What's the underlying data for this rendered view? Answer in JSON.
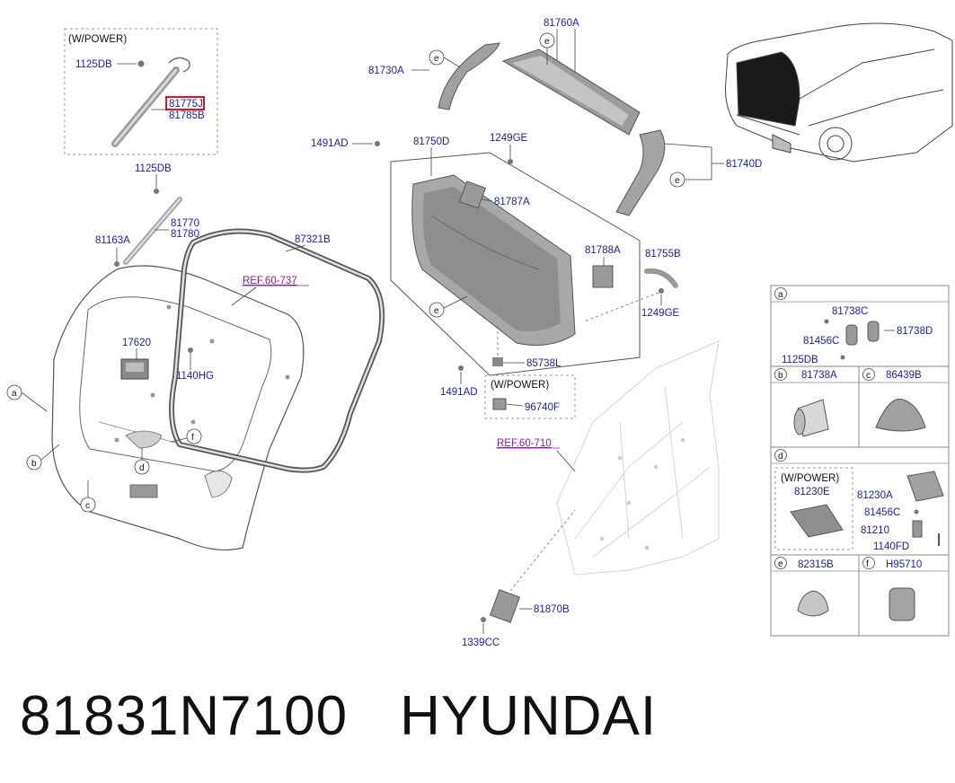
{
  "labels": {
    "wpower": "(W/POWER)",
    "p1125DB": "1125DB",
    "p81775J": "81775J",
    "p81785B": "81785B",
    "p1125DB_b": "1125DB",
    "p81770": "81770",
    "p81780": "81780",
    "p81163A": "81163A",
    "p87321B": "87321B",
    "ref737": "REF.60-737",
    "p17620": "17620",
    "p1140HG": "1140HG",
    "p81760A": "81760A",
    "p81730A": "81730A",
    "p1491AD": "1491AD",
    "p81750D": "81750D",
    "p1249GE": "1249GE",
    "p81740D": "81740D",
    "p81787A": "81787A",
    "p81788A": "81788A",
    "p81755B": "81755B",
    "p1249GE_b": "1249GE",
    "p85738L": "85738L",
    "p1491AD_b": "1491AD",
    "wpower2": "(W/POWER)",
    "p96740F": "96740F",
    "ref710": "REF.60-710",
    "p81870B": "81870B",
    "p1339CC": "1339CC"
  },
  "callouts": {
    "a": "a",
    "b": "b",
    "c": "c",
    "d": "d",
    "e": "e",
    "f": "f"
  },
  "detail_panel": {
    "a_81738C": "81738C",
    "a_81456C": "81456C",
    "a_81738D": "81738D",
    "a_1125DB": "1125DB",
    "b_81738A": "81738A",
    "c_86439B": "86439B",
    "d_wpower": "(W/POWER)",
    "d_81230E": "81230E",
    "d_81230A": "81230A",
    "d_81456C": "81456C",
    "d_81210": "81210",
    "d_1140FD": "1140FD",
    "e_82315B": "82315B",
    "f_H95710": "H95710"
  },
  "caption": {
    "part_number": "81831N7100",
    "brand": "HYUNDAI"
  },
  "colors": {
    "highlight": "#e0141e",
    "label": "#1a1ab4",
    "reference": "#8a1aa8"
  }
}
